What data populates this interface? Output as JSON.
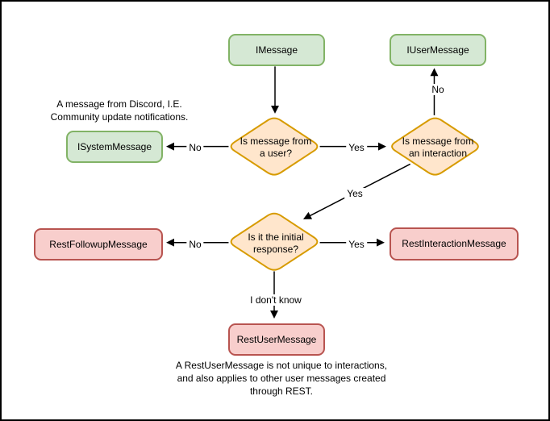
{
  "colors": {
    "interface_fill": "#d5e8d4",
    "interface_stroke": "#82b366",
    "decision_fill": "#ffe6cc",
    "decision_stroke": "#d79b00",
    "rest_fill": "#f8cecc",
    "rest_stroke": "#b85450",
    "arrow": "#000000",
    "text": "#000000"
  },
  "nodes": {
    "imessage": {
      "label": "IMessage"
    },
    "iusermessage": {
      "label": "IUserMessage"
    },
    "isystemmessage": {
      "label": "ISystemMessage"
    },
    "q_from_user": {
      "label": "Is message from\na user?"
    },
    "q_from_interaction": {
      "label": "Is message from\nan interaction"
    },
    "q_initial_response": {
      "label": "Is it the initial\nresponse?"
    },
    "restfollowupmessage": {
      "label": "RestFollowupMessage"
    },
    "restinteractionmessage": {
      "label": "RestInteractionMessage"
    },
    "restusermessage": {
      "label": "RestUserMessage"
    }
  },
  "edges": {
    "imessage_to_q_user": {
      "from": "imessage",
      "to": "q_from_user",
      "label": ""
    },
    "q_user_no": {
      "from": "q_from_user",
      "to": "isystemmessage",
      "label": "No"
    },
    "q_user_yes": {
      "from": "q_from_user",
      "to": "q_from_interaction",
      "label": "Yes"
    },
    "q_interaction_no": {
      "from": "q_from_interaction",
      "to": "iusermessage",
      "label": "No"
    },
    "q_interaction_yes": {
      "from": "q_from_interaction",
      "to": "q_initial_response",
      "label": "Yes"
    },
    "q_initial_no": {
      "from": "q_initial_response",
      "to": "restfollowupmessage",
      "label": "No"
    },
    "q_initial_yes": {
      "from": "q_initial_response",
      "to": "restinteractionmessage",
      "label": "Yes"
    },
    "q_initial_unknown": {
      "from": "q_initial_response",
      "to": "restusermessage",
      "label": "I don't know"
    }
  },
  "notes": {
    "system_message_note": "A message from Discord, I.E.\nCommunity update notifications.",
    "rest_user_note": "A RestUserMessage is not unique to interactions,\nand also applies to other user messages created\nthrough REST."
  }
}
